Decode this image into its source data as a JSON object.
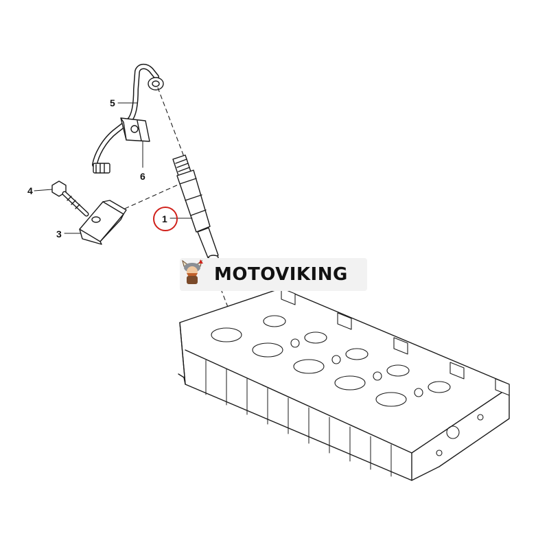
{
  "diagram": {
    "callouts": [
      {
        "id": "1",
        "label": "1"
      },
      {
        "id": "3",
        "label": "3"
      },
      {
        "id": "4",
        "label": "4"
      },
      {
        "id": "5",
        "label": "5"
      },
      {
        "id": "6",
        "label": "6"
      }
    ],
    "highlighted_callout": "1",
    "highlight_color": "#d0201a"
  },
  "watermark": {
    "text": "MOTOVIKING",
    "logo": "viking-mascot-icon"
  }
}
